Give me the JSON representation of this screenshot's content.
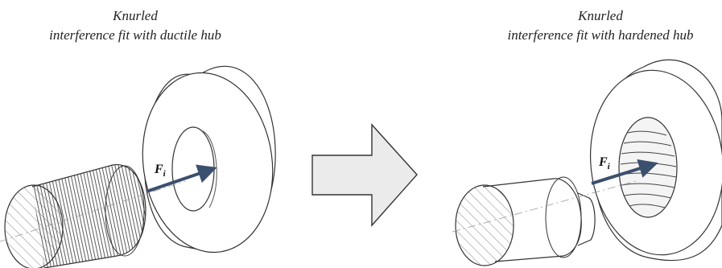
{
  "left_panel": {
    "title": "Knurled",
    "subtitle": "interference fit with ductile hub",
    "force_symbol": "F",
    "force_subscript": "i"
  },
  "right_panel": {
    "title": "Knurled",
    "subtitle": "interference fit with hardened hub",
    "force_symbol": "F",
    "force_subscript": "i"
  },
  "colors": {
    "force_arrow": "#3b4f6e",
    "transition_arrow_fill": "#ebebeb",
    "outline": "#333333"
  }
}
